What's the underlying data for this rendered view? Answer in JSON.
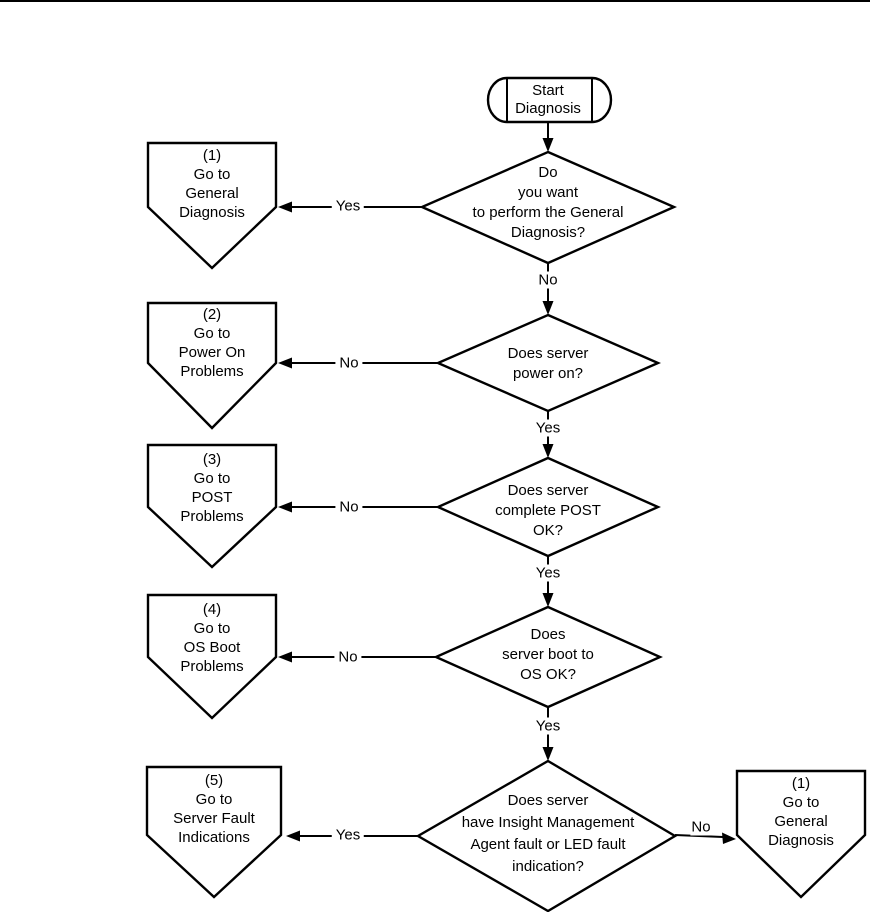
{
  "diagram": {
    "kind": "troubleshooting-flowchart",
    "background_color": "#ffffff",
    "line_color": "#000000"
  },
  "nodes": {
    "start": {
      "type": "terminator",
      "label": "Start\nDiagnosis"
    },
    "decision_general": {
      "type": "decision",
      "label": "Do\nyou want\nto perform the General\nDiagnosis?"
    },
    "decision_power": {
      "type": "decision",
      "label": "Does server\npower on?"
    },
    "decision_post": {
      "type": "decision",
      "label": "Does server\ncomplete POST\nOK?"
    },
    "decision_boot": {
      "type": "decision",
      "label": "Does\nserver boot to\nOS OK?"
    },
    "decision_fault": {
      "type": "decision",
      "label": "Does server\nhave Insight Management\nAgent fault or LED fault\nindication?"
    },
    "goto_general": {
      "type": "offpage-connector",
      "label": "(1)\nGo to\nGeneral\nDiagnosis"
    },
    "goto_power": {
      "type": "offpage-connector",
      "label": "(2)\nGo to\nPower On\nProblems"
    },
    "goto_post": {
      "type": "offpage-connector",
      "label": "(3)\nGo to\nPOST\nProblems"
    },
    "goto_osboot": {
      "type": "offpage-connector",
      "label": "(4)\nGo to\nOS Boot\nProblems"
    },
    "goto_fault": {
      "type": "offpage-connector",
      "label": "(5)\nGo to\nServer Fault\nIndications"
    },
    "goto_general_right": {
      "type": "offpage-connector",
      "label": "(1)\nGo to\nGeneral\nDiagnosis"
    }
  },
  "edge_labels": {
    "general_yes": "Yes",
    "general_no": "No",
    "power_no": "No",
    "power_yes": "Yes",
    "post_no": "No",
    "post_yes": "Yes",
    "boot_no": "No",
    "boot_yes": "Yes",
    "fault_yes": "Yes",
    "fault_no": "No"
  }
}
